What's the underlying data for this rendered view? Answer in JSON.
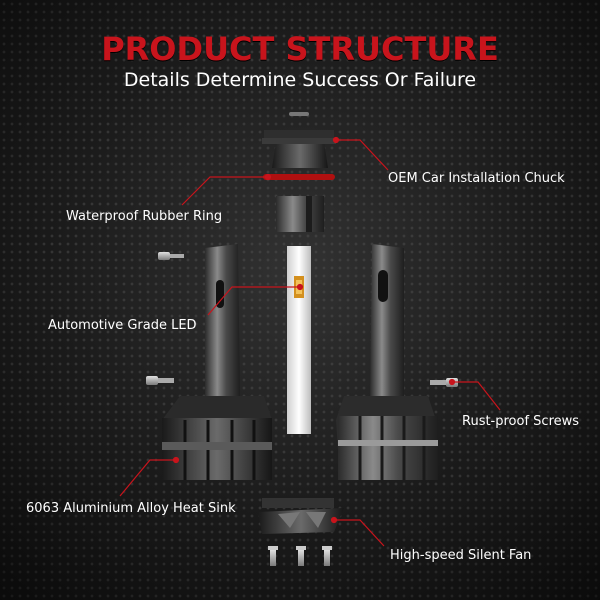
{
  "header": {
    "title": "PRODUCT STRUCTURE",
    "subtitle": "Details Determine Success Or Failure"
  },
  "callouts": {
    "oem_chuck": "OEM Car Installation Chuck",
    "rubber_ring": "Waterproof Rubber Ring",
    "led": "Automotive Grade LED",
    "screws": "Rust-proof Screws",
    "heat_sink": "6063 Aluminium Alloy Heat Sink",
    "fan": "High-speed Silent Fan"
  },
  "colors": {
    "accent": "#c8141c",
    "text": "#ffffff",
    "background": "#1c1c1c"
  }
}
